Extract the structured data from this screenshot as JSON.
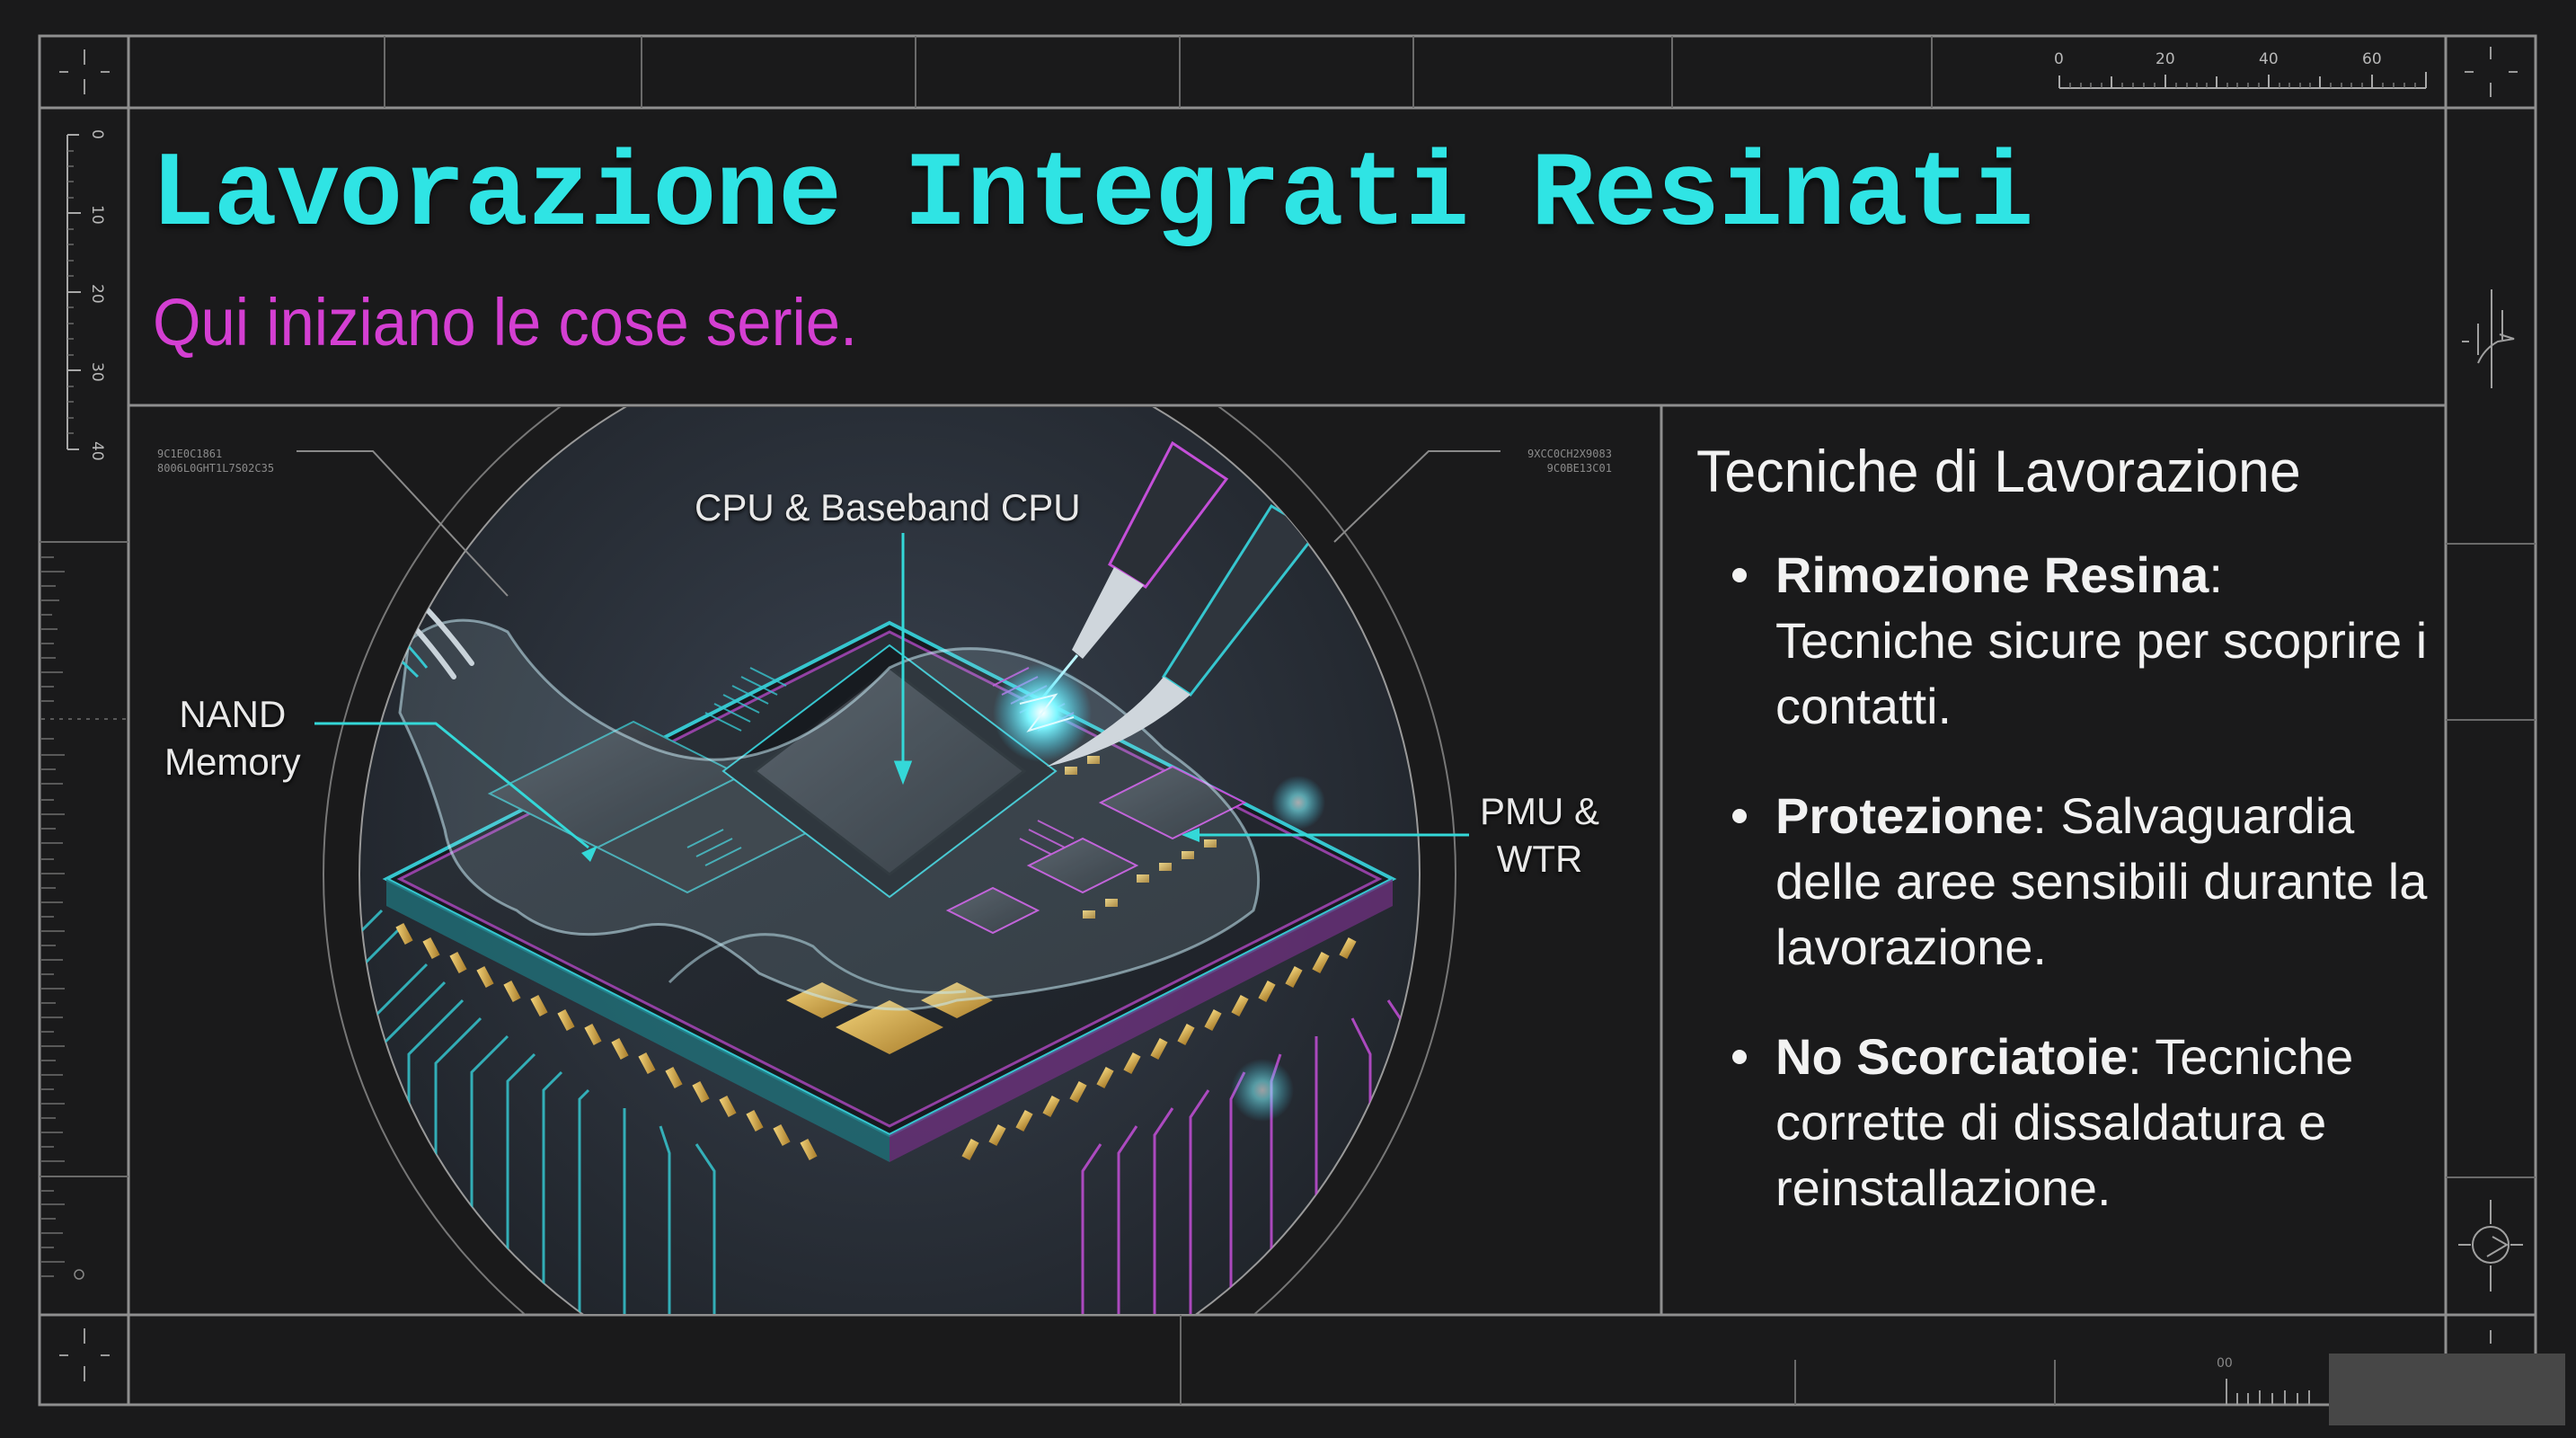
{
  "slide": {
    "title": "Lavorazione Integrati Resinati",
    "subtitle": "Qui iniziano le cose serie.",
    "colors": {
      "background": "#1a1a1b",
      "title": "#2fe4e4",
      "subtitle": "#d43fd2",
      "frame_lines": "#9a9a9a",
      "body_text": "#f2f2f2",
      "accent_cyan": "#34d8d8",
      "accent_magenta": "#c84fd8",
      "gold": "#c9a24a"
    }
  },
  "illustration": {
    "callouts": {
      "cpu": "CPU & Baseband CPU",
      "nand_line1": "NAND",
      "nand_line2": "Memory",
      "pmu_line1": "PMU &",
      "pmu_line2": "WTR"
    },
    "tech_codes": {
      "left_line1": "9C1E0C1861",
      "left_line2": "8006L0GHT1L7S02C35",
      "right_line1": "9XCC0CH2X9083",
      "right_line2": "9C0BE13C01"
    },
    "icons": [
      "tweezers-icon",
      "soldering-iron-icon",
      "scalpel-icon",
      "chip-icon",
      "resin-layer-icon"
    ]
  },
  "panel": {
    "heading": "Tecniche di Lavorazione",
    "items": [
      {
        "bold": "Rimozione Resina",
        "sep": ":",
        "text": " Tecniche sicure per scoprire i contatti."
      },
      {
        "bold": "Protezione",
        "sep": ":",
        "text": " Salvaguardia delle aree sensibili durante la lavorazione."
      },
      {
        "bold": "No Scorciatoie",
        "sep": ":",
        "text": " Tecniche corrette di dissaldatura e reinstallazione."
      }
    ]
  },
  "frame": {
    "top_ruler_labels": [
      "0",
      "20",
      "40",
      "60"
    ],
    "left_ruler_labels": [
      "0",
      "10",
      "20",
      "30",
      "40"
    ],
    "bottom_ruler_label": "00"
  }
}
